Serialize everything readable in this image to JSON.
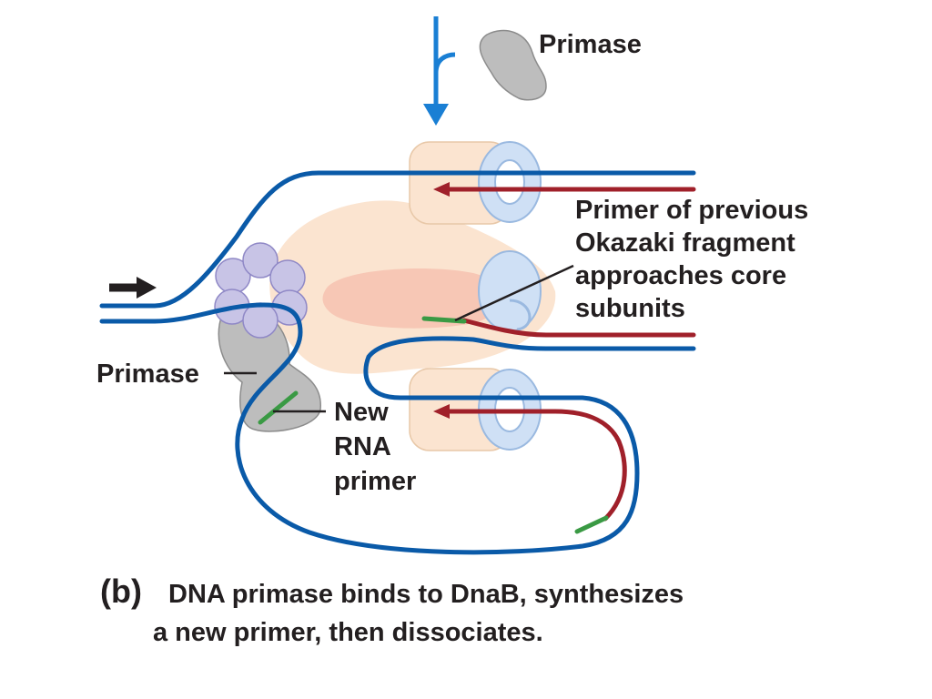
{
  "labels": {
    "primase_top": "Primase",
    "primase_left": "Primase",
    "primer_prev": [
      "Primer of previous",
      "Okazaki fragment",
      "approaches core",
      "subunits"
    ],
    "new_primer": [
      "New",
      "RNA",
      "primer"
    ]
  },
  "caption": {
    "letter": "(b)",
    "lines": [
      "DNA primase binds to DnaB, synthesizes",
      "a new primer, then dissociates."
    ]
  },
  "colors": {
    "dna_strand": "#0a5aa8",
    "new_dna": "#a0202a",
    "rna_primer": "#3a9a44",
    "arrow_blue": "#1a7fd4",
    "helicase": "#c8c4e6",
    "primase": "#bdbdbd",
    "core_body": "#fbe4d0",
    "clamp": "#cfe0f5",
    "text": "#231f20"
  }
}
